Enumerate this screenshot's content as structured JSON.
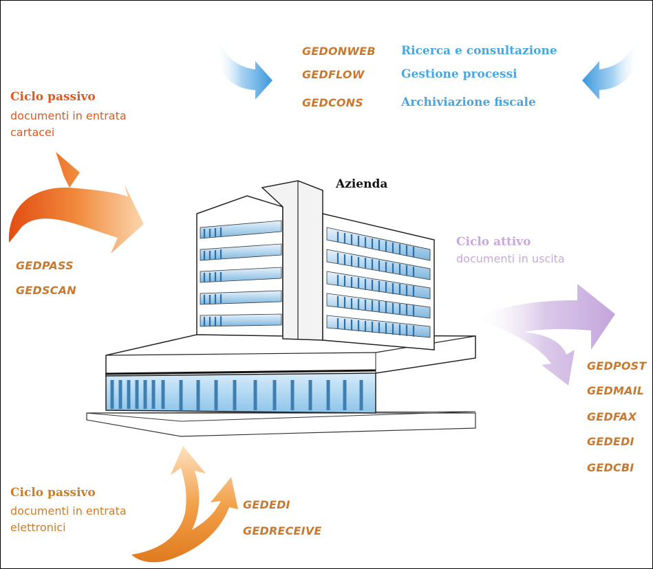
{
  "center_label": "Azienda",
  "services": [
    {
      "product": "GEDONWEB",
      "description": "Ricerca e consultazione"
    },
    {
      "product": "GEDFLOW",
      "description": "Gestione processi"
    },
    {
      "product": "GEDCONS",
      "description": "Archiviazione fiscale"
    }
  ],
  "passive_paper": {
    "title": "Ciclo passivo",
    "line1": "documenti in entrata",
    "line2": "cartacei",
    "products": [
      "GEDPASS",
      "GEDSCAN"
    ]
  },
  "active": {
    "title": "Ciclo attivo",
    "subtitle": "documenti in uscita",
    "products": [
      "GEDPOST",
      "GEDMAIL",
      "GEDFAX",
      "GEDEDI",
      "GEDCBI"
    ]
  },
  "passive_electronic": {
    "title": "Ciclo passivo",
    "line1": "documenti in entrata",
    "line2": "elettronici",
    "products": [
      "GEDEDI",
      "GEDRECEIVE"
    ]
  },
  "colors": {
    "blue_arrow": "#4aa6e0",
    "orange_dark": "#e2571b",
    "orange": "#cf7b24",
    "purple": "#c7a9dc",
    "product_text": "#c8792f"
  }
}
